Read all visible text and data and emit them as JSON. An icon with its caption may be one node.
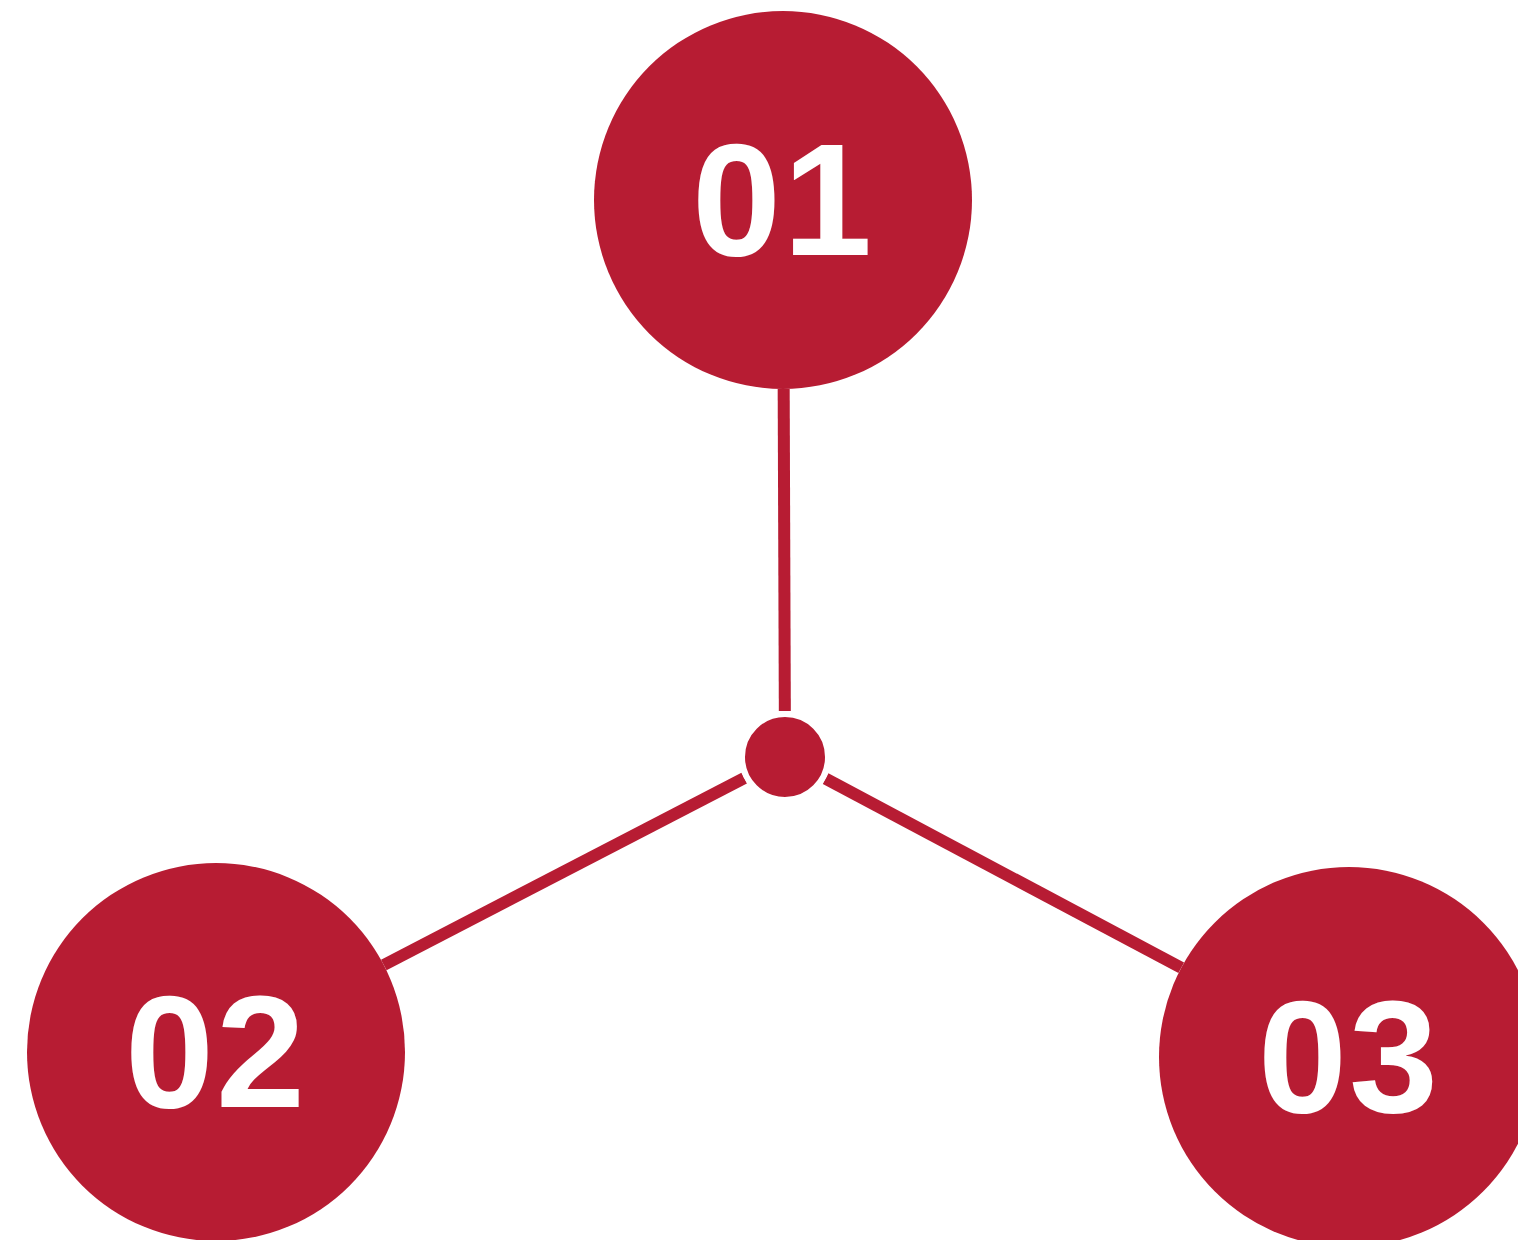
{
  "diagram": {
    "nodes": [
      {
        "text": [
          "01"
        ]
      },
      {
        "text": [],
        "shape": "circle"
      },
      {
        "text": [
          "02"
        ]
      },
      {
        "text": [
          "03"
        ]
      }
    ],
    "edges": [
      {
        "from": 1,
        "to": 0,
        "arrow": "none"
      },
      {
        "from": 1,
        "to": 2,
        "arrow": "none"
      },
      {
        "from": 1,
        "to": 3,
        "arrow": "none"
      }
    ]
  }
}
